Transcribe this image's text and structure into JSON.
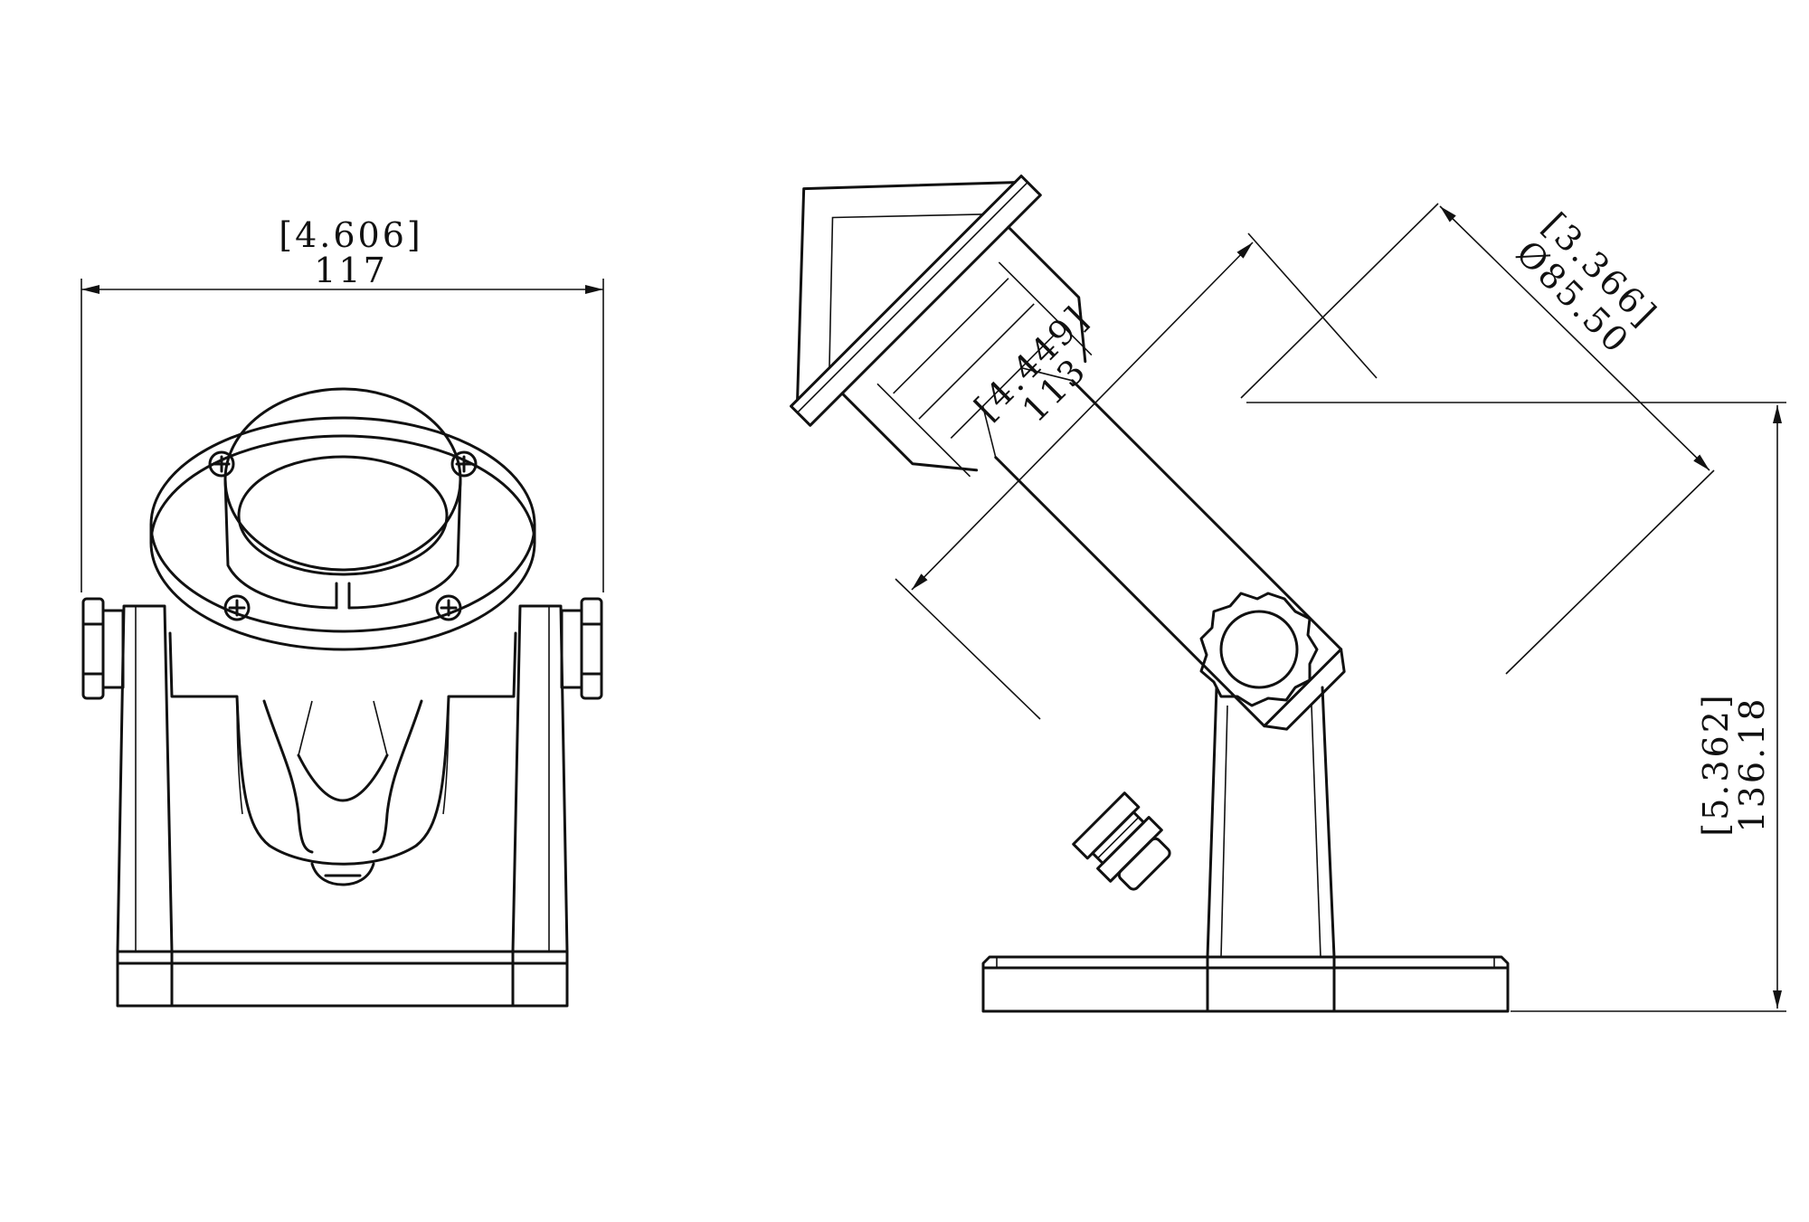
{
  "front_view": {
    "width_in": "[4.606]",
    "width_mm": "117"
  },
  "side_view": {
    "length_in": "[4.449]",
    "length_mm": "113",
    "diameter_in": "[3.366]",
    "diameter_mm": "Ø85.50",
    "height_in": "[5.362]",
    "height_mm": "136.18"
  },
  "colors": {
    "line": "#111111",
    "background": "#ffffff"
  }
}
